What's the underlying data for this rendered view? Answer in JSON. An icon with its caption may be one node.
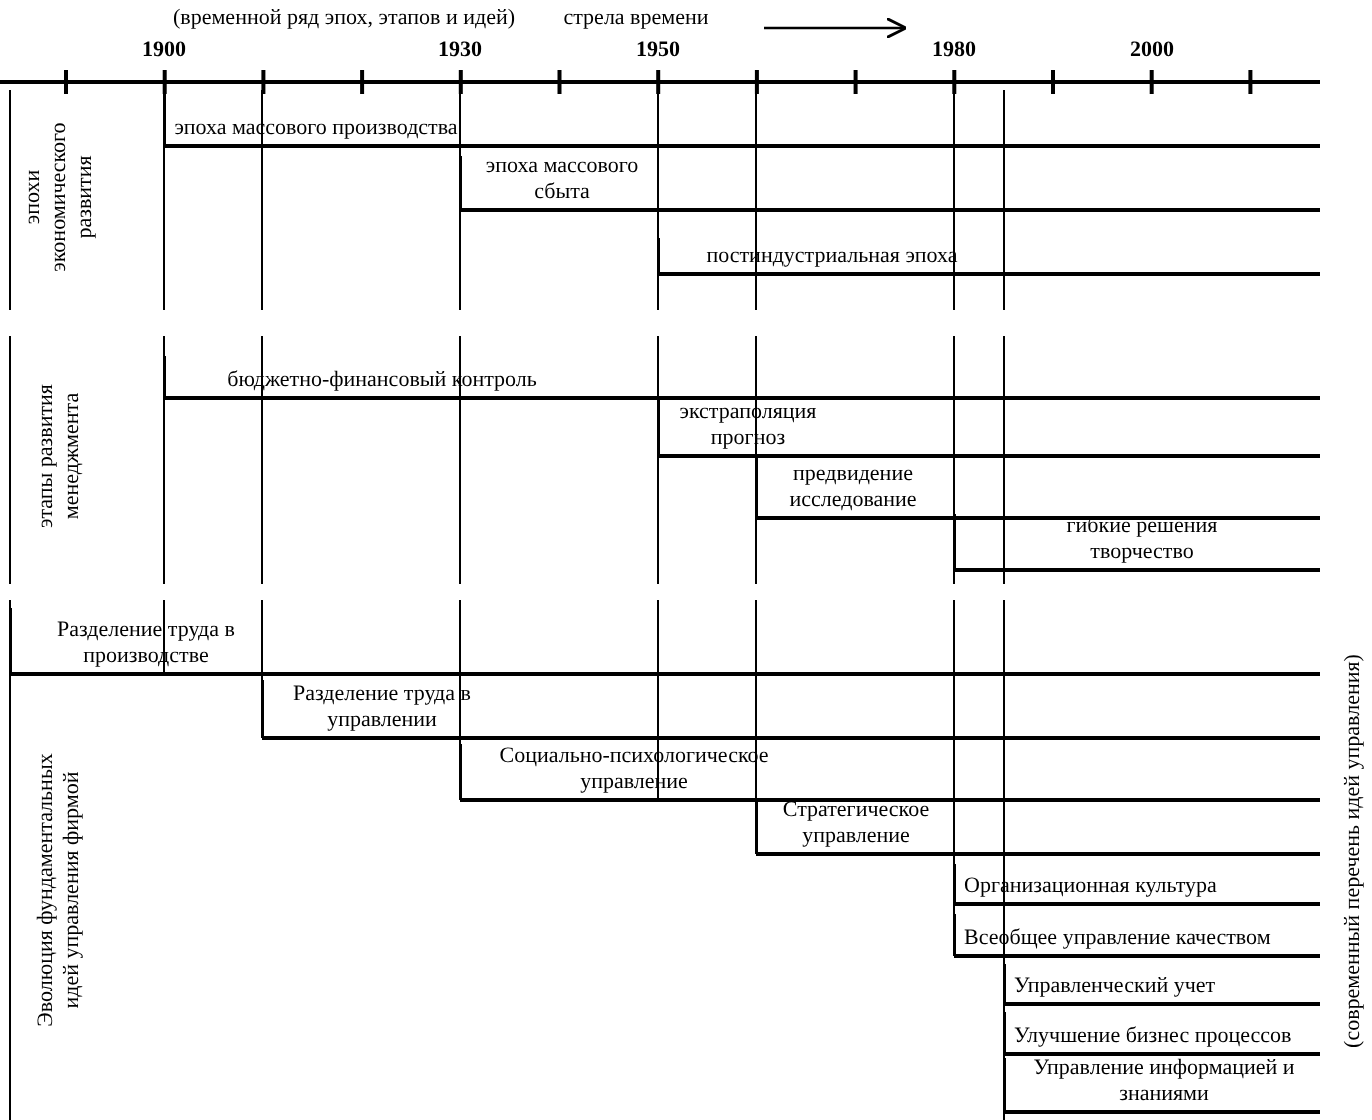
{
  "diagram": {
    "nodes": [
      {
        "text": [
          "эпоха массового производства"
        ]
      },
      {
        "text": [
          "эпоха массового сбыта"
        ]
      },
      {
        "text": [
          "постиндустриальная эпоха"
        ]
      },
      {
        "text": [
          "бюджетно-финансовый контроль"
        ]
      },
      {
        "text": [
          "экстраполяция прогноз"
        ]
      },
      {
        "text": [
          "предвидение исследование"
        ]
      },
      {
        "text": [
          "гибкие решения творчество"
        ]
      },
      {
        "text": [
          "Разделение труда в производстве"
        ]
      },
      {
        "text": [
          "Разделение труда в управлении"
        ]
      },
      {
        "text": [
          "Социально-психологическое управление"
        ]
      },
      {
        "text": [
          "Стратегическое управление"
        ]
      },
      {
        "text": [
          "Организационная культура"
        ]
      },
      {
        "text": [
          "Всеобщее управление качеством"
        ]
      },
      {
        "text": [
          "Управленческий учет"
        ]
      },
      {
        "text": [
          "Улучшение бизнес процессов"
        ]
      },
      {
        "text": [
          "Управление информацией и знаниями"
        ]
      }
    ],
    "labels": [
      "(временной ряд эпох, этапов и идей)",
      "стрела времени",
      "1900",
      "1930",
      "1950",
      "1980",
      "2000",
      "эпохи экономического развития",
      "этапы развития менеджмента",
      "Эволюция фундаментальных идей управления фирмой",
      "(современный перечень идей управления)"
    ]
  }
}
